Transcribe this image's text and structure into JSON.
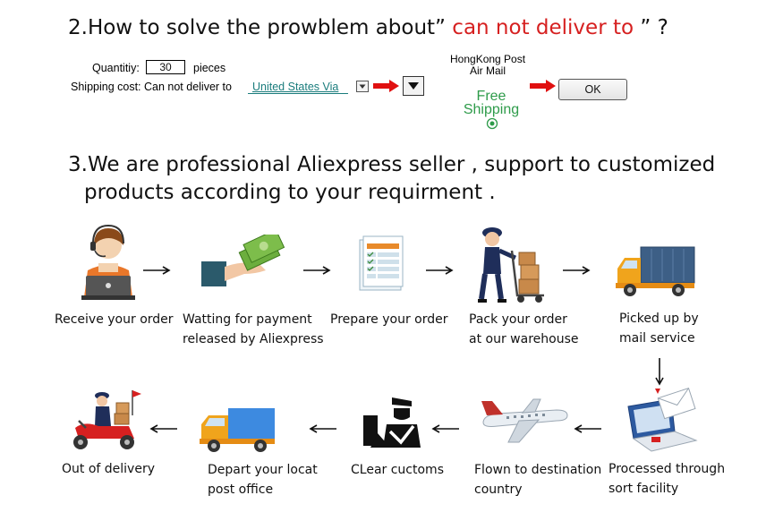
{
  "section2": {
    "heading_prefix": "2.How to solve the prowblem about”",
    "heading_highlight": "can not deliver to",
    "heading_suffix": "” ?",
    "quantity_label": "Quantitiy:",
    "quantity_value": "30",
    "pieces_label": "pieces",
    "shipping_label": "Shipping cost: Can not deliver to",
    "via_text": "United States Via",
    "carrier_line1": "HongKong Post",
    "carrier_line2": "Air Mail",
    "free_line1": "Free",
    "free_line2": "Shipping",
    "ok_label": "OK"
  },
  "section3": {
    "heading_line1": "3.We are professional Aliexpress seller , support to customized",
    "heading_line2": "products according to your requirment ."
  },
  "steps": {
    "receive": "Receive your order",
    "payment_1": "Watting for payment",
    "payment_2": "released by Aliexpress",
    "prepare": "Prepare your order",
    "pack_1": "Pack your order",
    "pack_2": "at our warehouse",
    "picked_1": "Picked up by",
    "picked_2": "mail service",
    "processed_1": "Processed through",
    "processed_2": "sort facility",
    "flown_1": "Flown to destination",
    "flown_2": "country",
    "clear": "CLear cuctoms",
    "depart_1": "Depart your locat",
    "depart_2": "post office",
    "out": "Out of delivery"
  },
  "colors": {
    "highlight": "#d62020",
    "arrow_red": "#e01010",
    "free_green": "#2e9b4a"
  }
}
